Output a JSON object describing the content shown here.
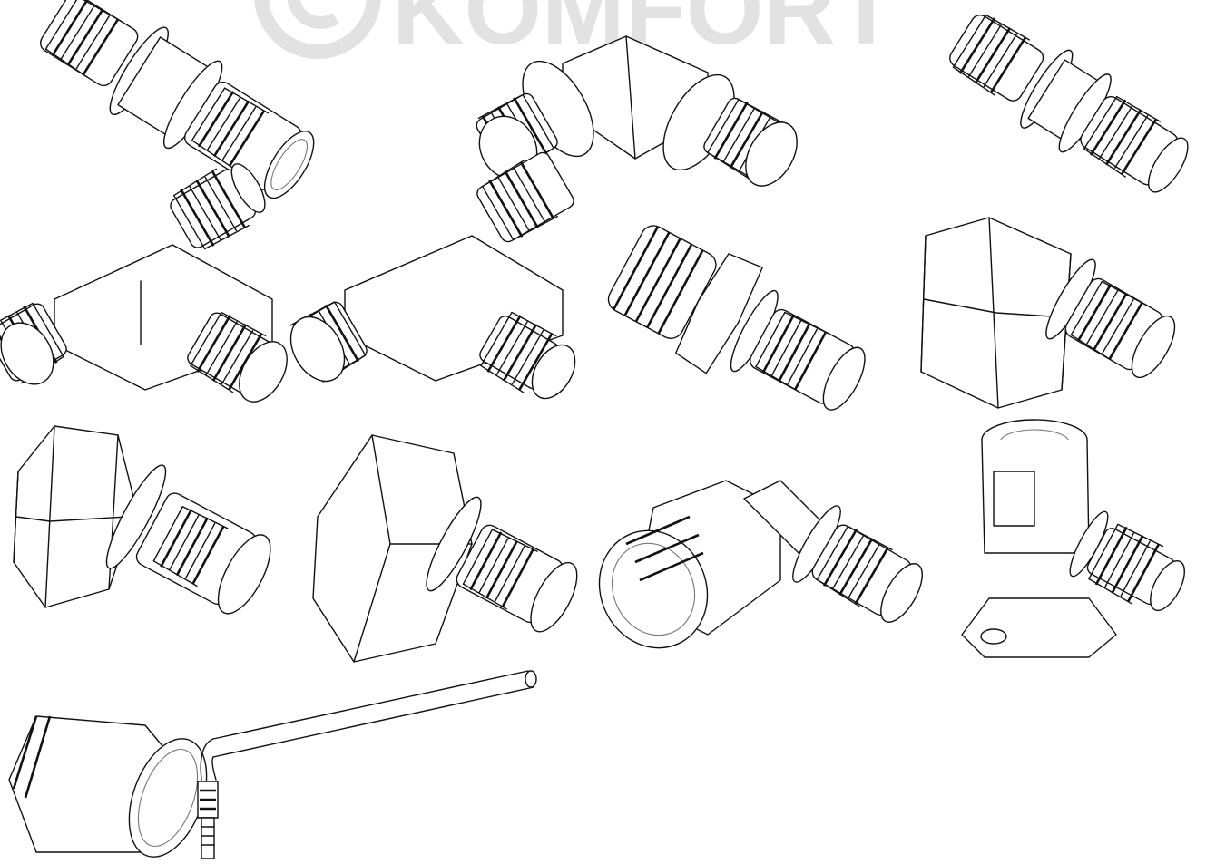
{
  "watermark": {
    "text": "KOMFORT",
    "mark": "circle-c-logo",
    "color": "#e2e2e2"
  },
  "fittings": [
    {
      "name": "coupling-reducer",
      "kind": "straight"
    },
    {
      "name": "elbow-90",
      "kind": "elbow"
    },
    {
      "name": "coupling-equal",
      "kind": "straight"
    },
    {
      "name": "tee-equal",
      "kind": "tee"
    },
    {
      "name": "tee-reducer",
      "kind": "tee"
    },
    {
      "name": "male-threaded-adapter",
      "kind": "threaded"
    },
    {
      "name": "female-threaded-adapter",
      "kind": "threaded"
    },
    {
      "name": "union-nut-adapter",
      "kind": "union"
    },
    {
      "name": "union-nut-adapter-large",
      "kind": "union"
    },
    {
      "name": "male-threaded-elbow",
      "kind": "threaded-elbow"
    },
    {
      "name": "wall-plate-elbow",
      "kind": "wall-plate"
    },
    {
      "name": "compression-sleeve",
      "kind": "sleeve"
    },
    {
      "name": "radiator-connection-tube",
      "kind": "tube"
    }
  ],
  "line_color": "#111111"
}
